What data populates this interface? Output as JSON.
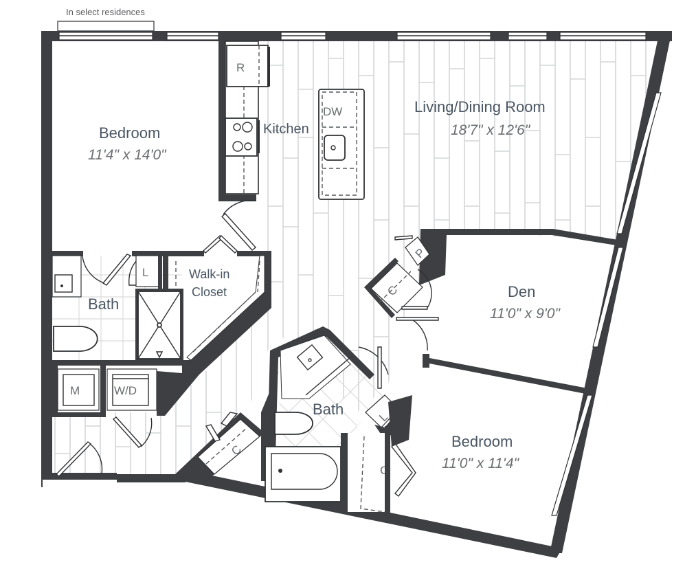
{
  "plan": {
    "note": "In select residences",
    "colors": {
      "wall": "#3d3f42",
      "room_name": "#4a5662",
      "dimension": "#6a6d70",
      "floor_line": "#d4d6d8"
    },
    "rooms": {
      "bedroom1": {
        "name": "Bedroom",
        "dims": "11'4\" x 14'0\""
      },
      "kitchen": {
        "name": "Kitchen"
      },
      "living": {
        "name": "Living/Dining Room",
        "dims": "18'7\" x 12'6\""
      },
      "bath1": {
        "name": "Bath"
      },
      "closet": {
        "name1": "Walk-in",
        "name2": "Closet"
      },
      "den": {
        "name": "Den",
        "dims": "11'0\" x 9'0\""
      },
      "bath2": {
        "name": "Bath"
      },
      "bedroom2": {
        "name": "Bedroom",
        "dims": "11'0\" x 11'4\""
      }
    },
    "fixtures": {
      "refrigerator": "R",
      "dishwasher": "DW",
      "linen1": "L",
      "linen2": "L",
      "mechanical": "M",
      "washer_dryer": "W/D",
      "pantry": "P",
      "coat_closet": "C",
      "hall_closet": "C",
      "bedroom2_closet": "C"
    }
  }
}
